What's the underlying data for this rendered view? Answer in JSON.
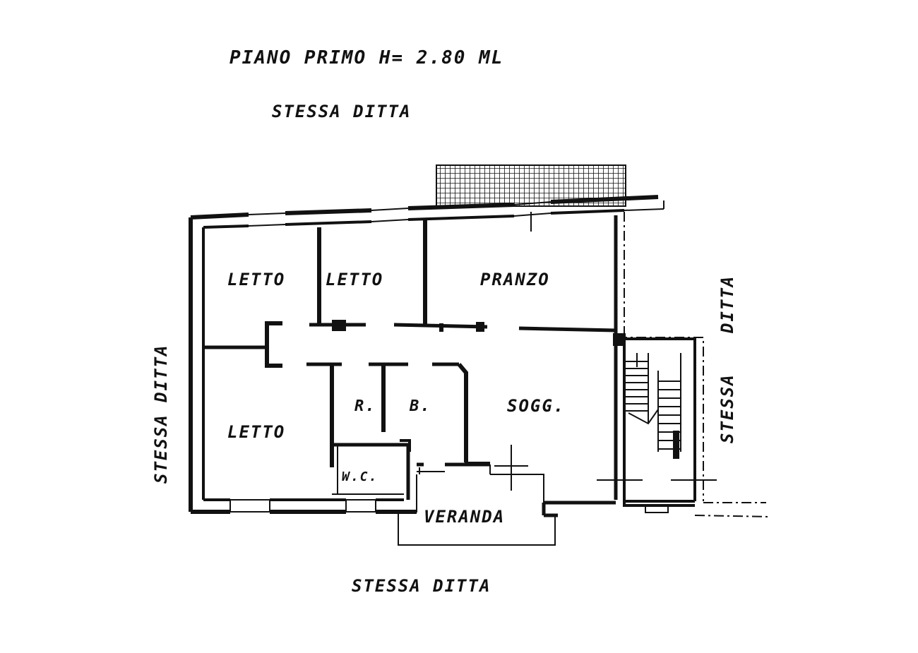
{
  "title": "PIANO  PRIMO  H= 2.80 ML",
  "boundary_top": "STESSA  DITTA",
  "boundary_bottom": "STESSA  DITTA",
  "boundary_left": "STESSA  DITTA",
  "boundary_right_top": "DITTA",
  "boundary_right_bottom": "STESSA",
  "rooms": {
    "letto_1": "LETTO",
    "letto_2": "LETTO",
    "pranzo": "PRANZO",
    "letto_3": "LETTO",
    "ripostiglio": "R.",
    "bagno": "B.",
    "soggiorno": "SOGG.",
    "wc": "W.C.",
    "veranda": "VERANDA"
  },
  "colors": {
    "ink": "#111111",
    "paper": "#ffffff"
  }
}
